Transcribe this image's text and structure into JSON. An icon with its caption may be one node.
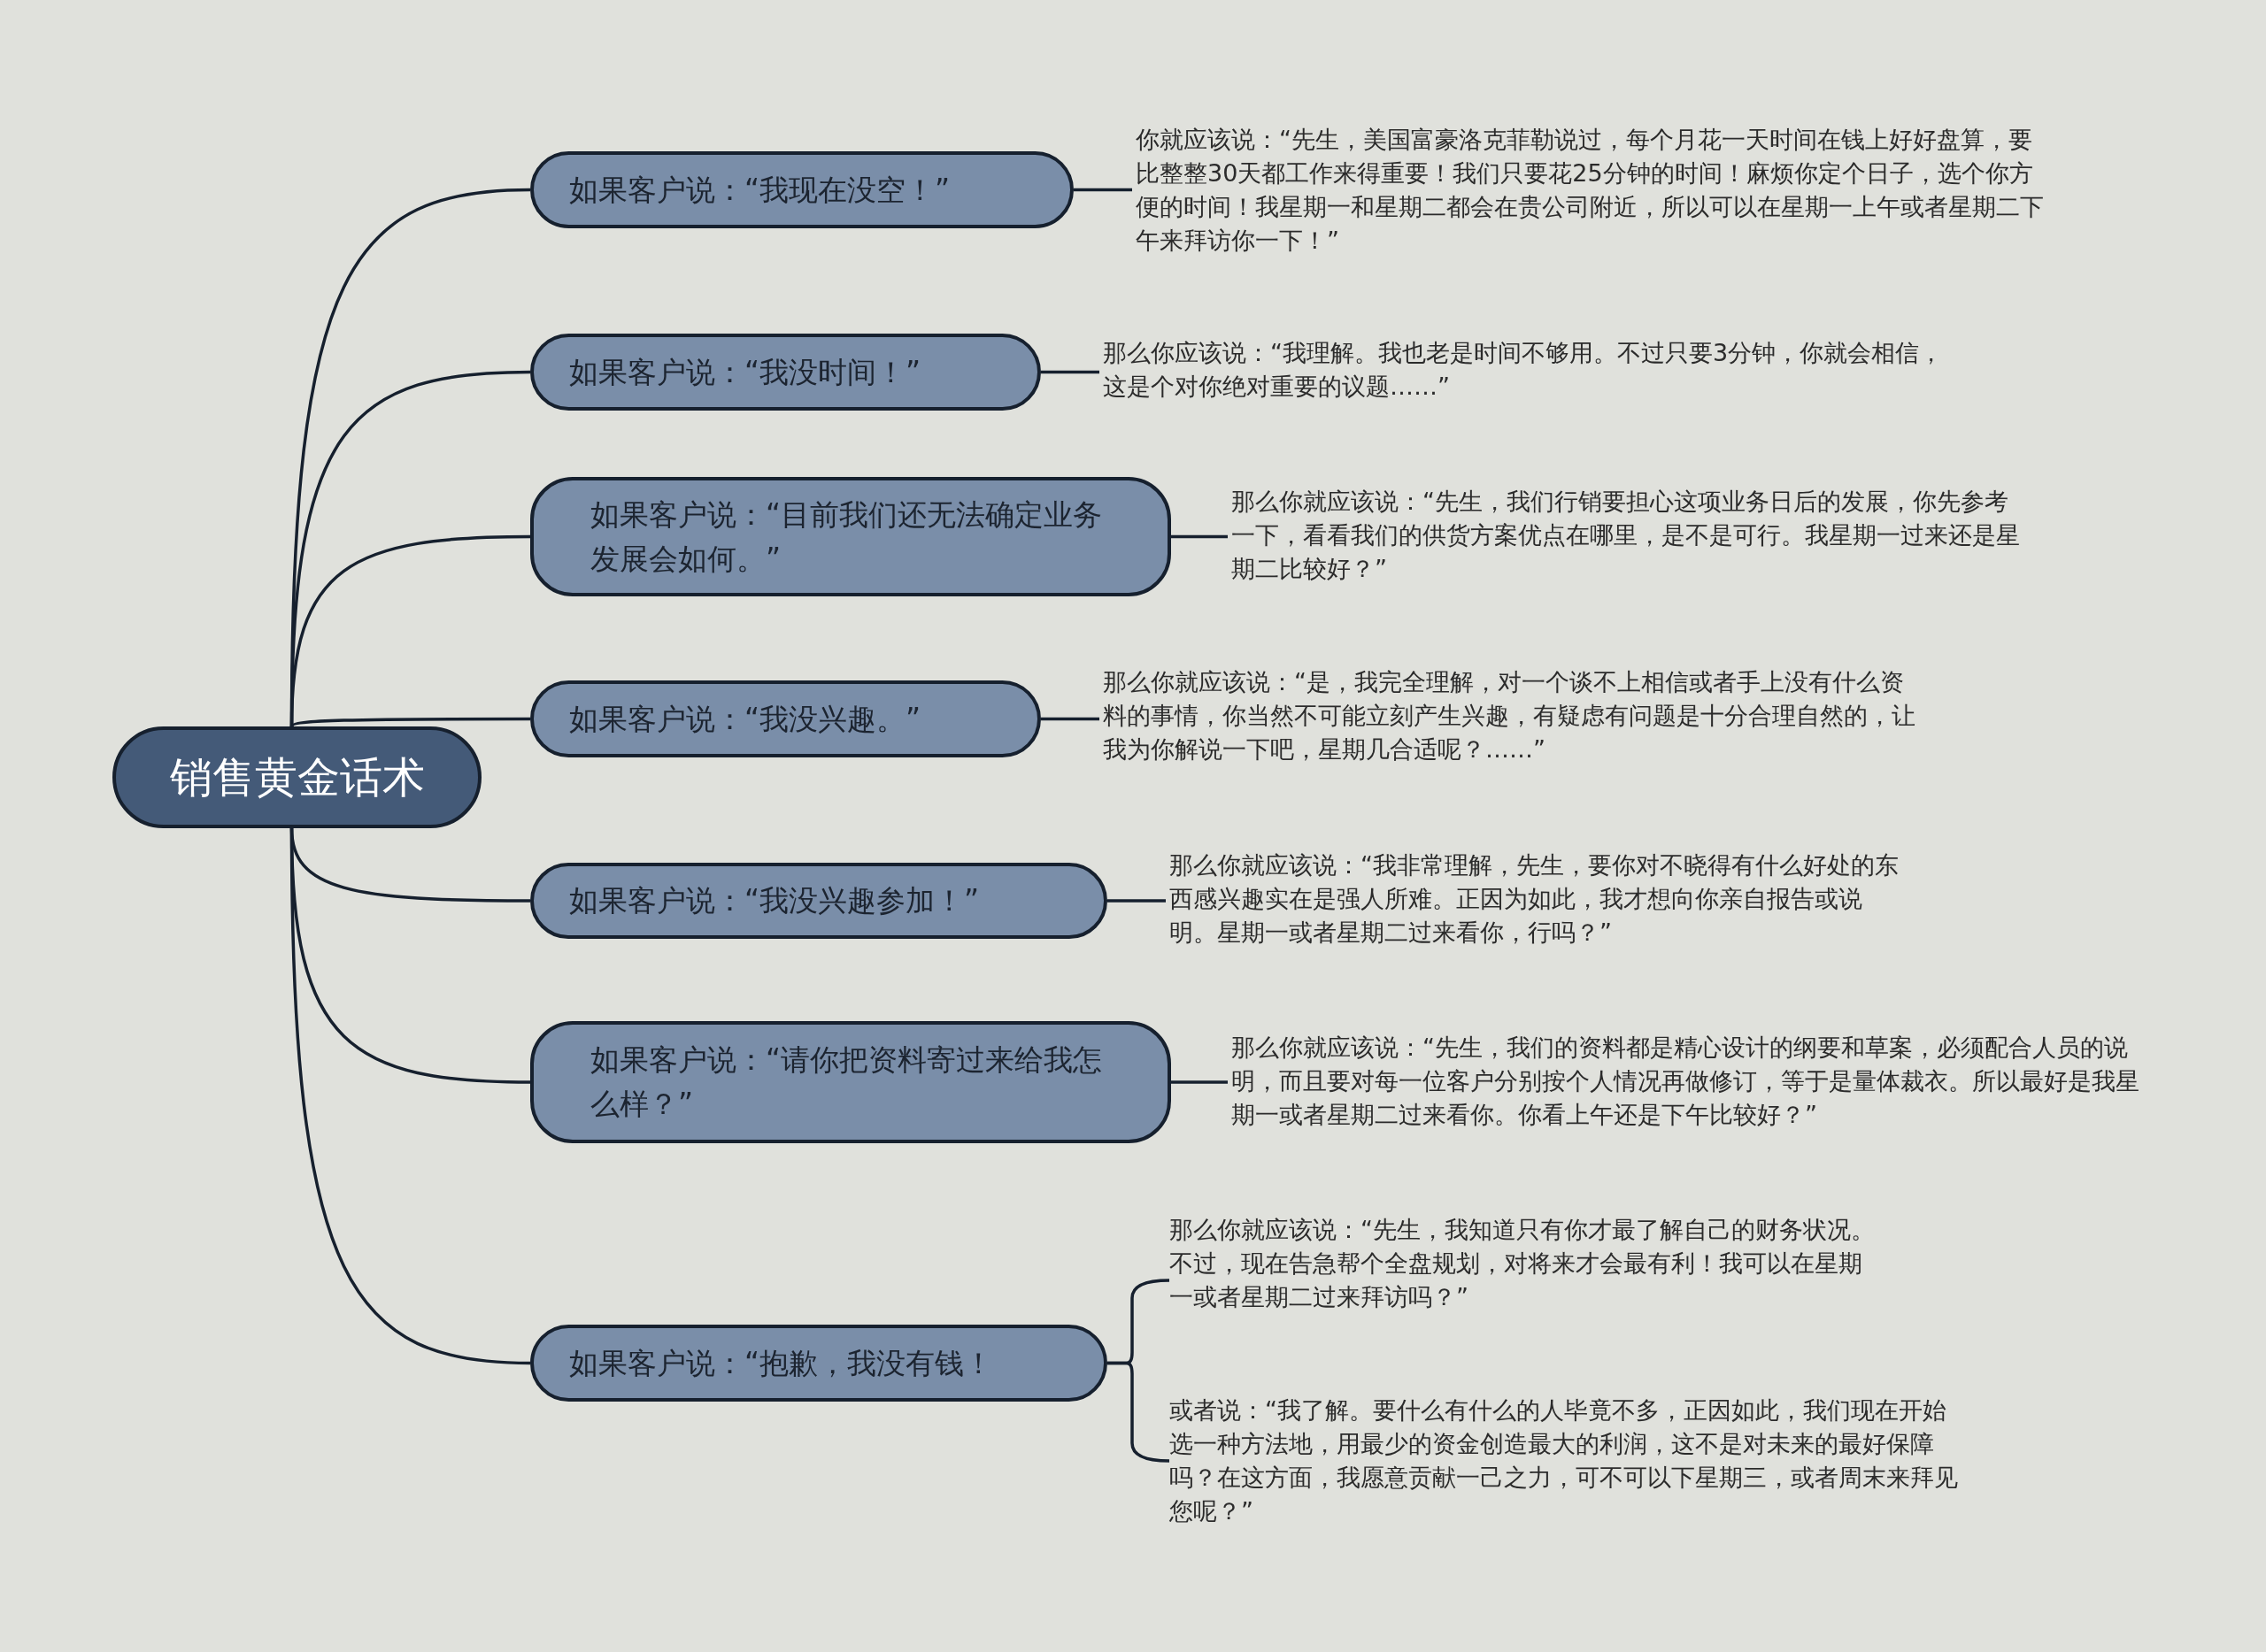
{
  "diagram": {
    "nodes": [
      {
        "text": [
          "销售黄金话术"
        ]
      },
      {
        "text": [
          "如果客户说：“我现在没空！”"
        ]
      },
      {
        "text": [
          "如果客户说：“我没时间！”"
        ]
      },
      {
        "text": [
          "如果客户说：“目前我们还无法确定业务发展会如何。”"
        ]
      },
      {
        "text": [
          "如果客户说：“我没兴趣。”"
        ]
      },
      {
        "text": [
          "如果客户说：“我没兴趣参加！”"
        ]
      },
      {
        "text": [
          "如果客户说：“请你把资料寄过来给我怎么样？”"
        ]
      },
      {
        "text": [
          "如果客户说：“抱歉，我没有钱！"
        ]
      },
      {
        "text": [
          "你就应该说：“先生，美国富豪洛克菲勒说过，每个月花一天时间在钱上好好盘算，要比整整30天都工作来得重要！我们只要花25分钟的时间！麻烦你定个日子，选个你方便的时间！我星期一和星期二都会在贵公司附近，所以可以在星期一上午或者星期二下午来拜访你一下！”"
        ]
      },
      {
        "text": [
          "那么你应该说：“我理解。我也老是时间不够用。不过只要3分钟，你就会相信，这是个对你绝对重要的议题……”"
        ]
      },
      {
        "text": [
          "那么你就应该说：“先生，我们行销要担心这项业务日后的发展，你先参考一下，看看我们的供货方案优点在哪里，是不是可行。我星期一过来还是星期二比较好？”"
        ]
      },
      {
        "text": [
          "那么你就应该说：“是，我完全理解，对一个谈不上相信或者手上没有什么资料的事情，你当然不可能立刻产生兴趣，有疑虑有问题是十分合理自然的，让我为你解说一下吧，星期几合适呢？……”"
        ]
      },
      {
        "text": [
          "那么你就应该说：“我非常理解，先生，要你对不晓得有什么好处的东西感兴趣实在是强人所难。正因为如此，我才想向你亲自报告或说明。星期一或者星期二过来看你，行吗？”"
        ]
      },
      {
        "text": [
          "那么你就应该说：“先生，我们的资料都是精心设计的纲要和草案，必须配合人员的说明，而且要对每一位客户分别按个人情况再做修订，等于是量体裁衣。所以最好是我星期一或者星期二过来看你。你看上午还是下午比较好？”"
        ]
      },
      {
        "text": [
          "那么你就应该说：“先生，我知道只有你才最了解自己的财务状况。不过，现在告急帮个全盘规划，对将来才会最有利！我可以在星期一或者星期二过来拜访吗？”"
        ]
      },
      {
        "text": [
          "或者说：“我了解。要什么有什么的人毕竟不多，正因如此，我们现在开始选一种方法地，用最少的资金创造最大的利润，这不是对未来的最好保障吗？在这方面，我愿意贡献一己之力，可不可以下星期三，或者周末来拜见您呢？”"
        ]
      }
    ],
    "edges": [
      {
        "from": 0,
        "to": 1,
        "arrow": "none"
      },
      {
        "from": 0,
        "to": 2,
        "arrow": "none"
      },
      {
        "from": 0,
        "to": 3,
        "arrow": "none"
      },
      {
        "from": 0,
        "to": 4,
        "arrow": "none"
      },
      {
        "from": 0,
        "to": 5,
        "arrow": "none"
      },
      {
        "from": 0,
        "to": 6,
        "arrow": "none"
      },
      {
        "from": 0,
        "to": 7,
        "arrow": "none"
      },
      {
        "from": 1,
        "to": 8,
        "arrow": "none"
      },
      {
        "from": 2,
        "to": 9,
        "arrow": "none"
      },
      {
        "from": 3,
        "to": 10,
        "arrow": "none"
      },
      {
        "from": 4,
        "to": 11,
        "arrow": "none"
      },
      {
        "from": 5,
        "to": 12,
        "arrow": "none"
      },
      {
        "from": 6,
        "to": 13,
        "arrow": "none"
      },
      {
        "from": 7,
        "to": 14,
        "arrow": "none"
      },
      {
        "from": 7,
        "to": 15,
        "arrow": "none"
      }
    ]
  }
}
